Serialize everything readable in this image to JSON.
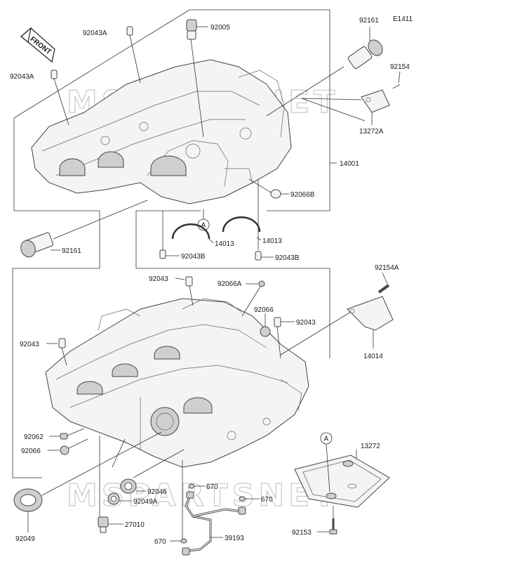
{
  "diagram": {
    "code": "E1411",
    "front_arrow_label": "FRONT",
    "ref_marker": "A",
    "watermark": "MSPARTSNET"
  },
  "labels": {
    "l_92043A_top": "92043A",
    "l_92005": "92005",
    "l_92161_top": "92161",
    "l_92043A_left": "92043A",
    "l_92154": "92154",
    "l_13272A": "13272A",
    "l_14001": "14001",
    "l_92066B": "92066B",
    "l_92161_left": "92161",
    "l_14013_a": "14013",
    "l_14013_b": "14013",
    "l_92043B_a": "92043B",
    "l_92043B_b": "92043B",
    "l_92154A": "92154A",
    "l_92043_top": "92043",
    "l_92066A": "92066A",
    "l_92066_mid": "92066",
    "l_92043_right": "92043",
    "l_92043_left": "92043",
    "l_14014": "14014",
    "l_92062": "92062",
    "l_92066_left": "92066",
    "l_13272": "13272",
    "l_92046": "92046",
    "l_670_a": "670",
    "l_92049A": "92049A",
    "l_670_b": "670",
    "l_92049": "92049",
    "l_27010": "27010",
    "l_670_c": "670",
    "l_39193": "39193",
    "l_92153": "92153"
  }
}
